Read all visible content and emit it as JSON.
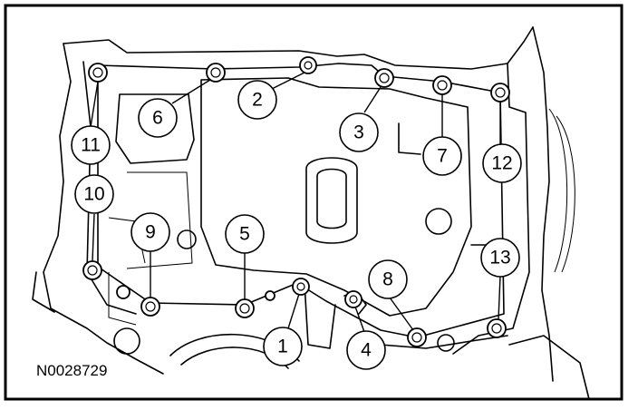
{
  "figure_code": "N0028729",
  "callouts": [
    {
      "label": "1"
    },
    {
      "label": "2"
    },
    {
      "label": "3"
    },
    {
      "label": "4"
    },
    {
      "label": "5"
    },
    {
      "label": "6"
    },
    {
      "label": "7"
    },
    {
      "label": "8"
    },
    {
      "label": "9"
    },
    {
      "label": "10"
    },
    {
      "label": "11"
    },
    {
      "label": "12"
    },
    {
      "label": "13"
    }
  ]
}
